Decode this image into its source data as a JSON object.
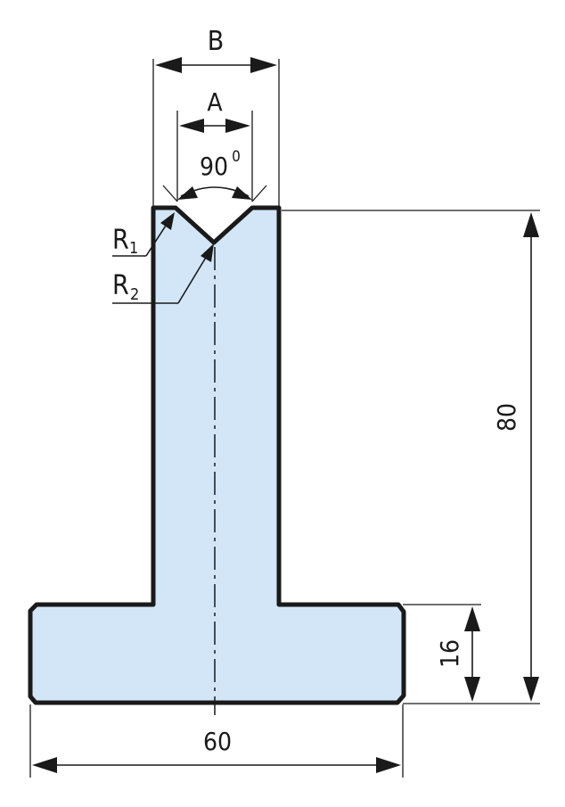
{
  "labels": {
    "B": "B",
    "A": "A",
    "angle_value": "90",
    "angle_unit": "0",
    "r1_letter": "R",
    "r1_sub": "1",
    "r2_letter": "R",
    "r2_sub": "2",
    "height_total": "80",
    "base_height": "16",
    "base_width": "60"
  },
  "colors": {
    "profile_fill": "#d2e6f8",
    "outline": "#1a1a1a"
  }
}
